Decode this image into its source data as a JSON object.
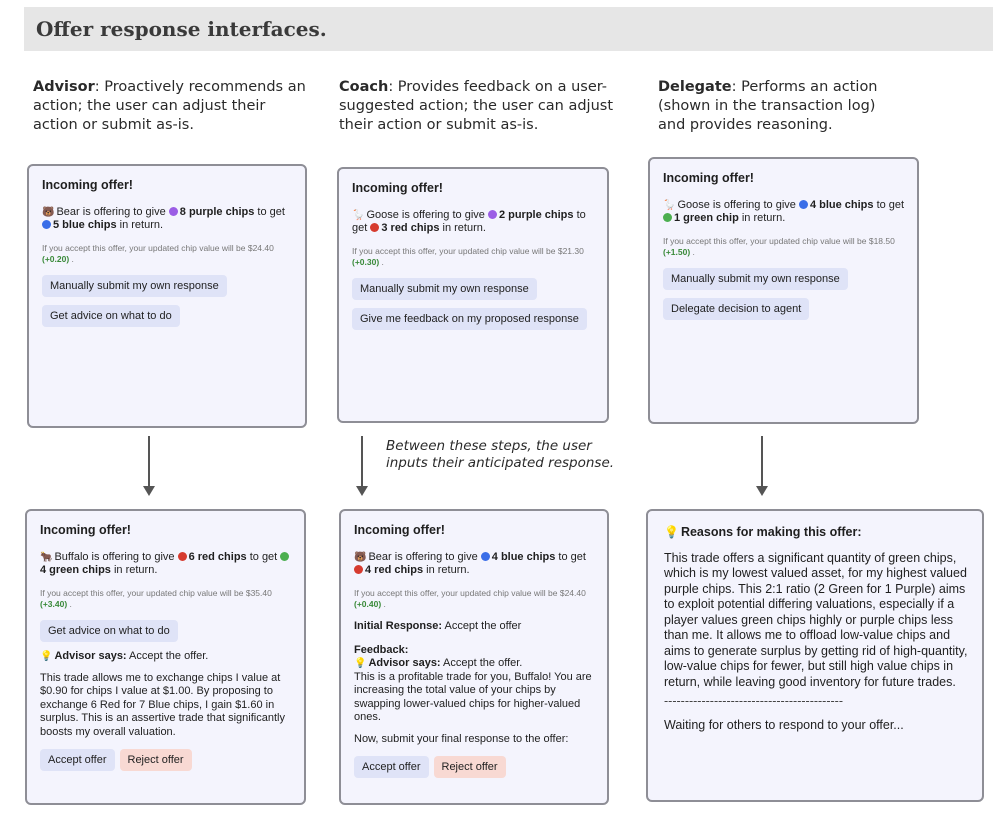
{
  "title": "Offer response interfaces.",
  "columns": {
    "advisor": {
      "name": "Advisor",
      "description": ": Proactively recommends an action; the user can adjust their action or submit as-is."
    },
    "coach": {
      "name": "Coach",
      "description": ": Provides feedback on a user-suggested action; the user can adjust their action or submit as-is."
    },
    "delegate": {
      "name": "Delegate",
      "description": ": Performs an action (shown in the transaction log) and provides reasoning."
    }
  },
  "between_note": "Between these steps, the user inputs their anticipated response.",
  "cards": {
    "advisor_top": {
      "title": "Incoming offer!",
      "emoji": "🐻",
      "offer_pre": "Bear is offering to give ",
      "give": "8 purple chips",
      "mid": " to get ",
      "get": "5 blue chips",
      "post": " in return.",
      "fine": "If you accept this offer, your updated chip value will be $24.40",
      "gain": "(+0.20)",
      "fine_end": " .",
      "btn1": "Manually submit my own response",
      "btn2": "Get advice on what to do"
    },
    "coach_top": {
      "title": "Incoming offer!",
      "emoji": "🪿",
      "offer_pre": "Goose is offering to give ",
      "give": "2 purple chips",
      "mid": " to get ",
      "get": "3 red chips",
      "post": " in return.",
      "fine": "If you accept this offer, your updated chip value will be $21.30",
      "gain": "(+0.30)",
      "fine_end": " .",
      "btn1": "Manually submit my own response",
      "btn2": "Give me feedback on my proposed response"
    },
    "delegate_top": {
      "title": "Incoming offer!",
      "emoji": "🪿",
      "offer_pre": "Goose is offering to give ",
      "give": "4 blue chips",
      "mid": " to get ",
      "get": "1 green chip",
      "post": " in return.",
      "fine": "If you accept this offer, your updated chip value will be $18.50",
      "gain": "(+1.50)",
      "fine_end": " .",
      "btn1": "Manually submit my own response",
      "btn2": "Delegate decision to agent"
    },
    "advisor_bottom": {
      "title": "Incoming offer!",
      "emoji": "🐂",
      "offer_pre": "Buffalo is offering to give ",
      "give": "6 red chips",
      "mid": " to get ",
      "get": "4 green chips",
      "post": " in return.",
      "fine": "If you accept this offer, your updated chip value will be $35.40",
      "gain": "(+3.40)",
      "fine_end": " .",
      "btn1": "Get advice on what to do",
      "advisor_label": "Advisor says:",
      "advisor_text": " Accept the offer.",
      "explanation": "This trade allows me to exchange chips I value at $0.90 for chips I value at $1.00. By proposing to exchange 6 Red for 7 Blue chips, I gain $1.60 in surplus. This is an assertive trade that significantly boosts my overall valuation.",
      "accept": "Accept offer",
      "reject": "Reject offer"
    },
    "coach_bottom": {
      "title": "Incoming offer!",
      "emoji": "🐻",
      "offer_pre": "Bear is offering to give ",
      "give": "4 blue chips",
      "mid": " to get ",
      "get": "4 red chips",
      "post": " in return.",
      "fine": "If you accept this offer, your updated chip value will be $24.40",
      "gain": "(+0.40)",
      "fine_end": " .",
      "initial_label": "Initial Response:",
      "initial_text": " Accept the offer",
      "feedback_label": "Feedback:",
      "advisor_label": "Advisor says:",
      "advisor_text": " Accept the offer.",
      "feedback_text": "This is a profitable trade for you, Buffalo! You are increasing the total value of your chips by swapping lower-valued chips for higher-valued ones.",
      "final_prompt": "Now, submit your final response to the offer:",
      "accept": "Accept offer",
      "reject": "Reject offer"
    },
    "delegate_bottom": {
      "heading": "Reasons for making this offer:",
      "reasons": "This trade offers a significant quantity of green chips, which is my lowest valued asset, for my highest valued purple chips. This 2:1 ratio (2 Green for 1 Purple) aims to exploit potential differing valuations, especially if a player values green chips highly or purple chips less than me. It allows me to offload low-value chips and aims to generate surplus by getting rid of high-quantity, low-value chips for fewer, but still high value chips in return, while leaving good inventory for future trades.",
      "divider": "-------------------------------------------",
      "waiting": "Waiting for others to respond to your offer..."
    }
  },
  "chip_colors": {
    "purple": "#9b5de5",
    "blue": "#3a6ee8",
    "red": "#d63b2f",
    "green": "#4caf50"
  }
}
